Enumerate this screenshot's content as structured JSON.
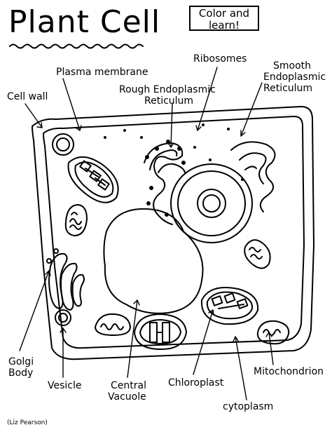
{
  "title": "Plant Cell",
  "badge": {
    "line1": "Color and",
    "line2": "learn!"
  },
  "labels": {
    "plasma_membrane": "Plasma membrane",
    "ribosomes": "Ribosomes",
    "smooth_er_1": "Smooth",
    "smooth_er_2": "Endoplasmic",
    "smooth_er_3": "Reticulum",
    "rough_er_1": "Rough Endoplasmic",
    "rough_er_2": "Reticulum",
    "cell_wall": "Cell wall",
    "golgi_1": "Golgi",
    "golgi_2": "Body",
    "vesicle": "Vesicle",
    "central_vacuole_1": "Central",
    "central_vacuole_2": "Vacuole",
    "chloroplast": "Chloroplast",
    "mitochondrion": "Mitochondrion",
    "cytoplasm": "cytoplasm"
  },
  "credit": "(Liz Pearson)"
}
